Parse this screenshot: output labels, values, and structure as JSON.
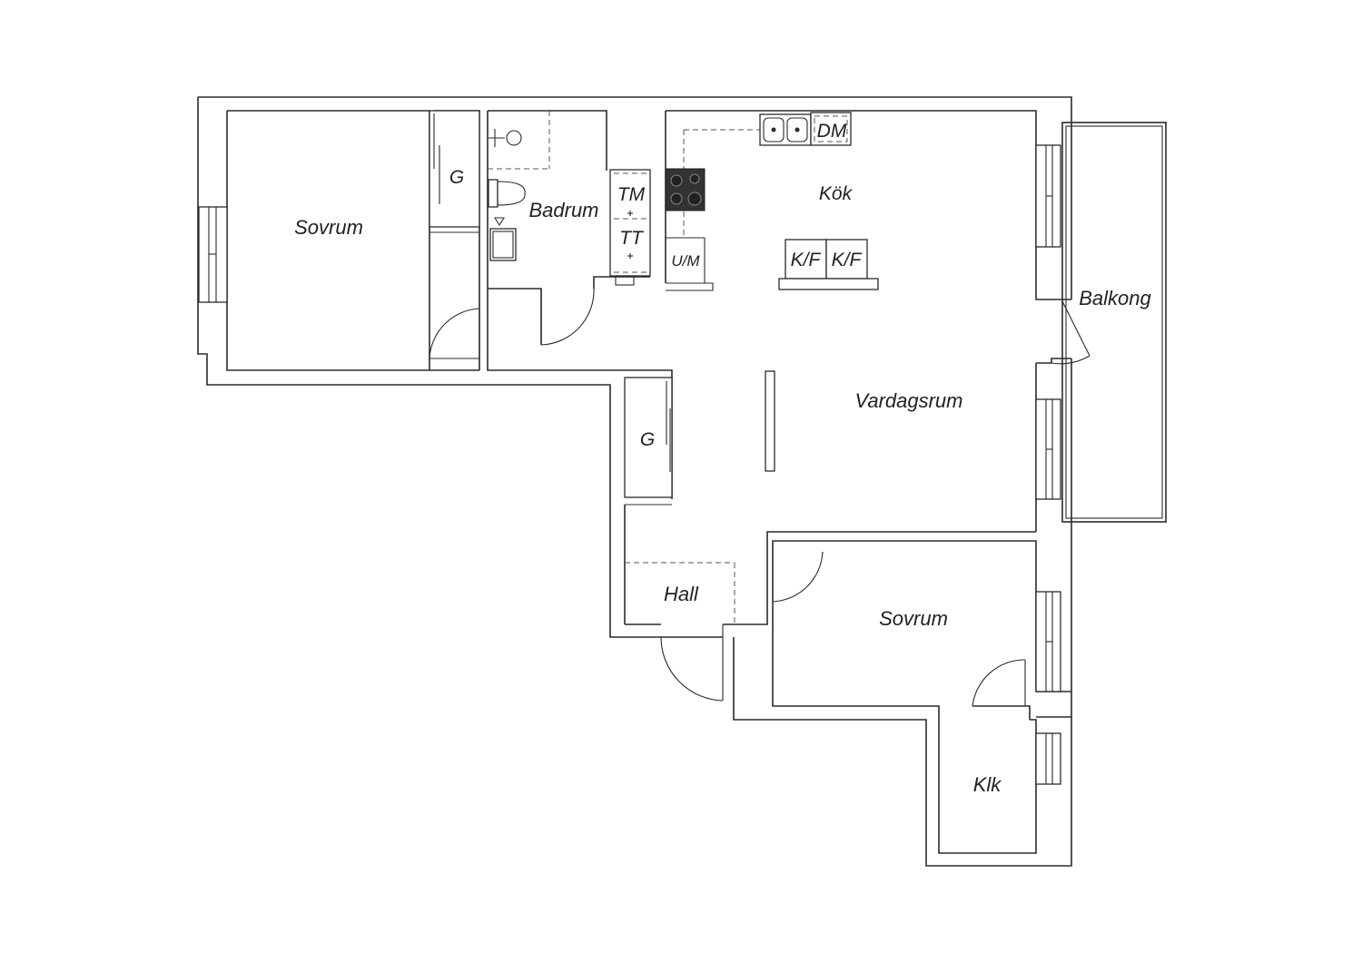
{
  "rooms": {
    "sovrum_1": "Sovrum",
    "garderob_1": "G",
    "badrum": "Badrum",
    "tm": "TM",
    "tt": "TT",
    "kok": "Kök",
    "dm": "DM",
    "um": "U/M",
    "kf_1": "K/F",
    "kf_2": "K/F",
    "balkong": "Balkong",
    "vardagsrum": "Vardagsrum",
    "garderob_2": "G",
    "hall": "Hall",
    "sovrum_2": "Sovrum",
    "klk": "Klk"
  }
}
